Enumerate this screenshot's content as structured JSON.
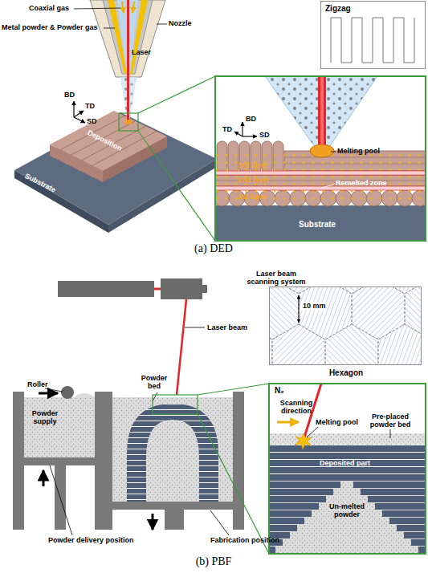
{
  "diagram": {
    "nodes": [
      {
        "text": [
          "Zigzag"
        ]
      },
      {
        "text": [
          "10 mm",
          "Hexagon"
        ]
      }
    ],
    "labels": [
      "Coaxial gas",
      "Metal powder & Powder gas",
      "Nozzle",
      "Laser",
      "BD",
      "TD",
      "SD",
      "Deposition",
      "Substrate",
      "BD",
      "TD",
      "SD",
      "Melting pool",
      "3rd layer",
      "2nd layer",
      "1st layer",
      "Remelted zone",
      "Substrate",
      "(a) DED",
      "Laser beam scanning system",
      "Laser beam",
      "Roller",
      "Powder supply",
      "Powder bed",
      "Powder delivery position",
      "Fabrication position",
      "N₂",
      "Scanning direction",
      "Melting pool",
      "Pre-placed powder bed",
      "Deposited part",
      "Un-melted powder",
      "(b) PBF"
    ]
  }
}
